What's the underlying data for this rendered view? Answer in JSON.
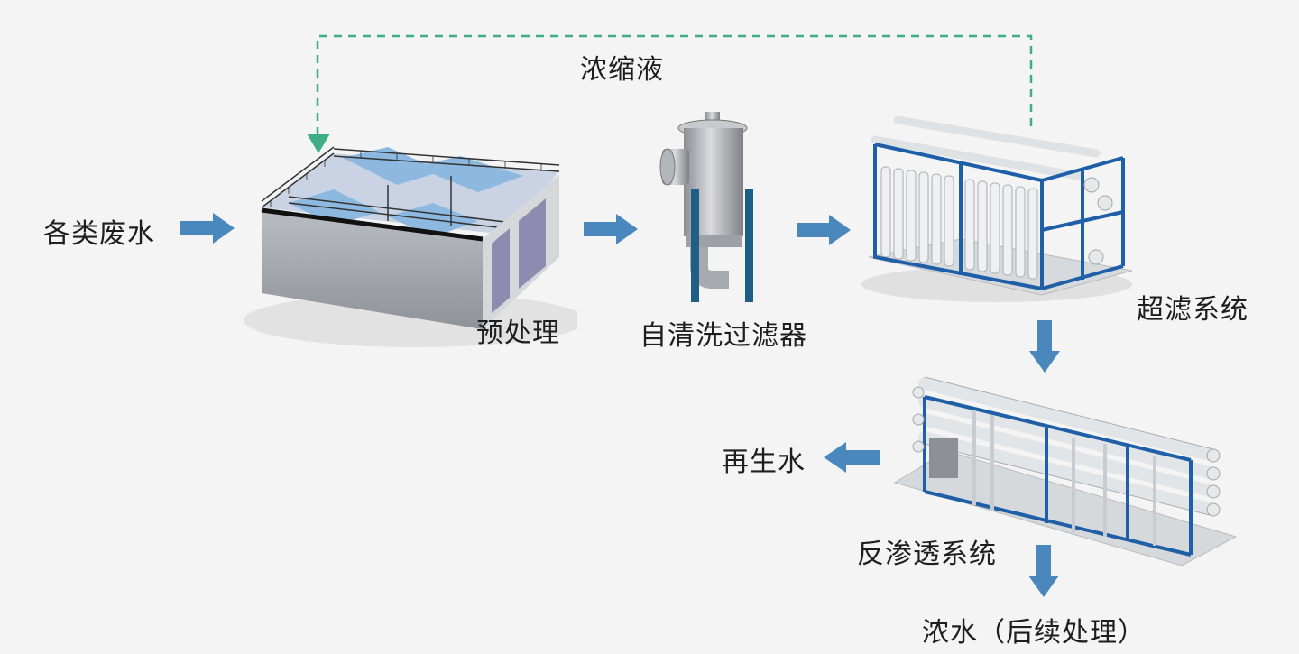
{
  "diagram": {
    "title": "",
    "colors": {
      "background": "#f4f4f4",
      "flow_arrow": "#4a87bd",
      "recycle_line": "#3fae86",
      "frame_blue": "#1f5fa8",
      "pipe_white": "#e6e8ea",
      "water_blue": "#8db8e0",
      "concrete": "#a9acb1"
    },
    "labels": {
      "input": "各类废水",
      "pretreatment": "预处理",
      "self_cleaning_filter": "自清洗过滤器",
      "ultrafiltration": "超滤系统",
      "reverse_osmosis": "反渗透系统",
      "reclaimed_water": "再生水",
      "concentrate_output": "浓水（后续处理）",
      "recycle": "浓缩液"
    },
    "nodes": [
      {
        "id": "input",
        "label": "各类废水",
        "icon": "wastewater-inlet"
      },
      {
        "id": "pretreatment",
        "label": "预处理",
        "icon": "treatment-tank-icon"
      },
      {
        "id": "filter",
        "label": "自清洗过滤器",
        "icon": "self-cleaning-filter-icon"
      },
      {
        "id": "uf",
        "label": "超滤系统",
        "icon": "ultrafiltration-rack-icon"
      },
      {
        "id": "ro",
        "label": "反渗透系统",
        "icon": "reverse-osmosis-rack-icon"
      },
      {
        "id": "reclaimed",
        "label": "再生水",
        "icon": "outlet"
      },
      {
        "id": "brine",
        "label": "浓水（后续处理）",
        "icon": "outlet"
      }
    ],
    "edges": [
      {
        "from": "input",
        "to": "pretreatment",
        "style": "solid"
      },
      {
        "from": "pretreatment",
        "to": "filter",
        "style": "solid"
      },
      {
        "from": "filter",
        "to": "uf",
        "style": "solid"
      },
      {
        "from": "uf",
        "to": "ro",
        "style": "solid"
      },
      {
        "from": "ro",
        "to": "reclaimed",
        "style": "solid"
      },
      {
        "from": "ro",
        "to": "brine",
        "style": "solid"
      },
      {
        "from": "uf",
        "to": "pretreatment",
        "style": "dashed",
        "label": "浓缩液"
      }
    ]
  }
}
